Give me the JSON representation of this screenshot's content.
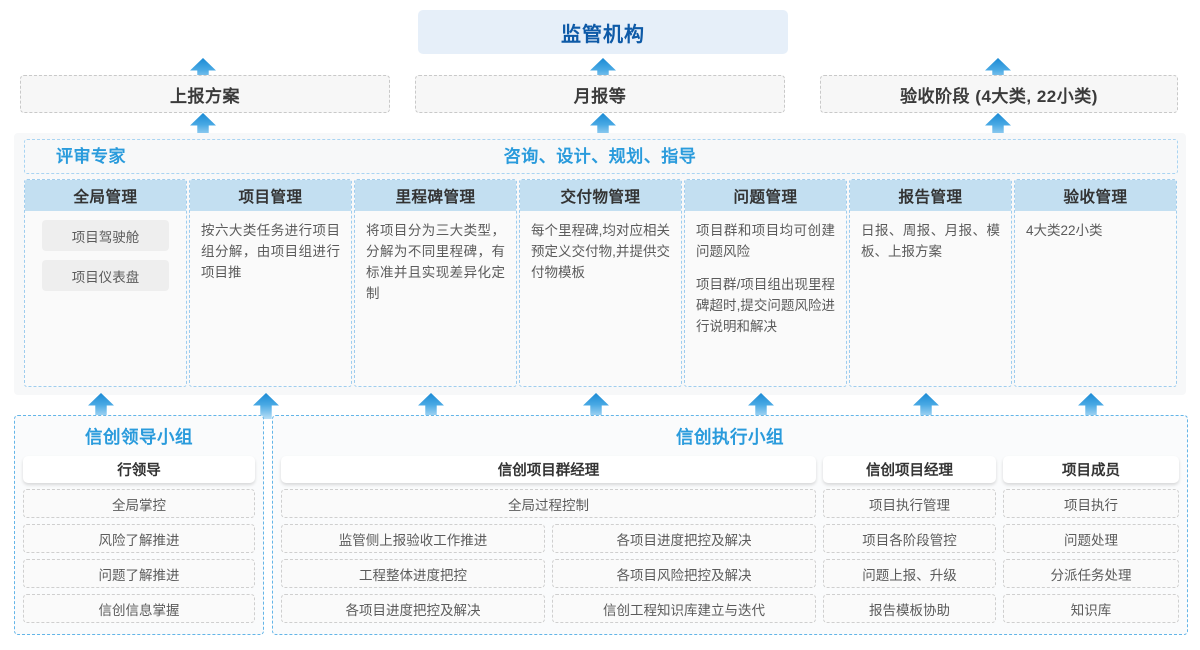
{
  "authority": {
    "label": "监管机构"
  },
  "top_row": [
    {
      "name": "report-plan",
      "label": "上报方案"
    },
    {
      "name": "monthly-report",
      "label": "月报等"
    },
    {
      "name": "acceptance-stage",
      "label": "验收阶段 (4大类, 22小类)"
    }
  ],
  "middle": {
    "label_left": "评审专家",
    "label_center": "咨询、设计、规划、指导",
    "columns": [
      {
        "title": "全局管理",
        "pills": [
          "项目驾驶舱",
          "项目仪表盘"
        ],
        "paragraphs": []
      },
      {
        "title": "项目管理",
        "pills": [],
        "paragraphs": [
          "按六大类任务进行项目组分解，由项目组进行项目推"
        ]
      },
      {
        "title": "里程碑管理",
        "pills": [],
        "paragraphs": [
          "将项目分为三大类型，分解为不同里程碑，有标准并且实现差异化定制"
        ]
      },
      {
        "title": "交付物管理",
        "pills": [],
        "paragraphs": [
          "每个里程碑,均对应相关预定义交付物,并提供交付物模板"
        ]
      },
      {
        "title": "问题管理",
        "pills": [],
        "paragraphs": [
          "项目群和项目均可创建问题风险",
          "项目群/项目组出现里程碑超时,提交问题风险进行说明和解决"
        ]
      },
      {
        "title": "报告管理",
        "pills": [],
        "paragraphs": [
          "日报、周报、月报、模板、上报方案"
        ]
      },
      {
        "title": "验收管理",
        "pills": [],
        "paragraphs": [
          "4大类22小类"
        ]
      }
    ]
  },
  "bottom": {
    "leader_group": {
      "title": "信创领导小组",
      "roles": [
        {
          "head": "行领导",
          "items": [
            "全局掌控",
            "风险了解推进",
            "问题了解推进",
            "信创信息掌握"
          ]
        }
      ]
    },
    "exec_group": {
      "title": "信创执行小组",
      "roles": [
        {
          "head": "信创项目群经理",
          "wide": true,
          "items_left": [
            "监管侧上报验收工作推进",
            "工程整体进度把控",
            "各项目进度把控及解决"
          ],
          "items_right": [
            "各项目进度把控及解决",
            "各项目风险把控及解决",
            "信创工程知识库建立与迭代"
          ],
          "full_item": "全局过程控制"
        },
        {
          "head": "信创项目经理",
          "items": [
            "项目执行管理",
            "项目各阶段管控",
            "问题上报、升级",
            "报告模板协助"
          ]
        },
        {
          "head": "项目成员",
          "items": [
            "项目执行",
            "问题处理",
            "分派任务处理",
            "知识库"
          ]
        }
      ]
    }
  },
  "colors": {
    "accent_blue": "#2a9bdc",
    "dark_blue": "#0e5aa7",
    "header_blue": "#c3dff1",
    "authority_bg": "#e6eff9"
  }
}
